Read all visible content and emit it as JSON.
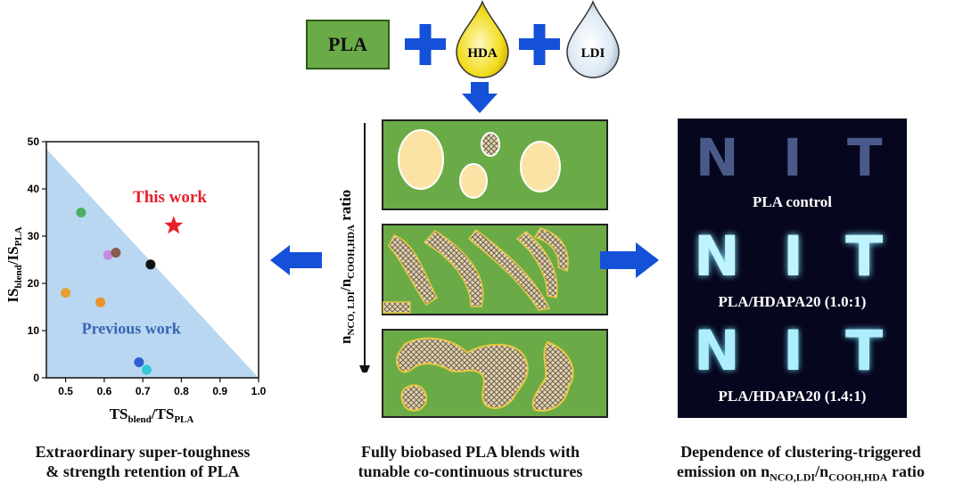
{
  "reagents": {
    "pla": "PLA",
    "hda": "HDA",
    "ldi": "LDI"
  },
  "middle": {
    "ratio_label_main": "n",
    "ratio_label_sub1": "NCO, LDI",
    "ratio_label_sep": "/n",
    "ratio_label_sub2": "COOH,HDA",
    "ratio_label_word": " ratio"
  },
  "photo": {
    "letters": [
      "N",
      "I",
      "T"
    ],
    "label1": "PLA control",
    "label2": "PLA/HDAPA20 (1.0:1)",
    "label3": "PLA/HDAPA20 (1.4:1)"
  },
  "captions": {
    "left_line1": "Extraordinary super-toughness",
    "left_line2": "& strength retention of PLA",
    "middle_line1": "Fully biobased PLA blends with",
    "middle_line2": "tunable co-continuous structures",
    "right_line1": "Dependence of clustering-triggered",
    "right_line2_a": "emission on n",
    "right_line2_sub1": "NCO,LDI",
    "right_line2_b": "/n",
    "right_line2_sub2": "COOH,HDA",
    "right_line2_c": " ratio"
  },
  "chart_data": {
    "type": "scatter",
    "xlabel_main": "TS",
    "xlabel_sub1": "blend",
    "xlabel_sep": "/TS",
    "xlabel_sub2": "PLA",
    "ylabel_main": "IS",
    "ylabel_sub1": "blend",
    "ylabel_sep": "/IS",
    "ylabel_sub2": "PLA",
    "xlim": [
      0.45,
      1.0
    ],
    "ylim": [
      0,
      50
    ],
    "x_ticks": [
      "0.5",
      "0.6",
      "0.7",
      "0.8",
      "0.9",
      "1.0"
    ],
    "x_tick_values": [
      0.5,
      0.6,
      0.7,
      0.8,
      0.9,
      1.0
    ],
    "y_ticks": [
      "0",
      "10",
      "20",
      "30",
      "40",
      "50"
    ],
    "y_tick_values": [
      0,
      10,
      20,
      30,
      40,
      50
    ],
    "annotation_this": "This work",
    "annotation_previous": "Previous work",
    "region_color": "#b9d7f0",
    "this_work": {
      "x": 0.78,
      "y": 32.2,
      "color": "#e8202a",
      "marker": "star"
    },
    "previous_points": [
      {
        "x": 0.54,
        "y": 35,
        "color": "#4caf62"
      },
      {
        "x": 0.61,
        "y": 26,
        "color": "#c48be0"
      },
      {
        "x": 0.63,
        "y": 26.5,
        "color": "#8a5a50"
      },
      {
        "x": 0.72,
        "y": 24,
        "color": "#111111"
      },
      {
        "x": 0.5,
        "y": 18,
        "color": "#e8a030"
      },
      {
        "x": 0.59,
        "y": 16,
        "color": "#e8942a"
      },
      {
        "x": 0.69,
        "y": 3.3,
        "color": "#2f5fd0"
      },
      {
        "x": 0.71,
        "y": 1.7,
        "color": "#30c8d8"
      }
    ]
  }
}
